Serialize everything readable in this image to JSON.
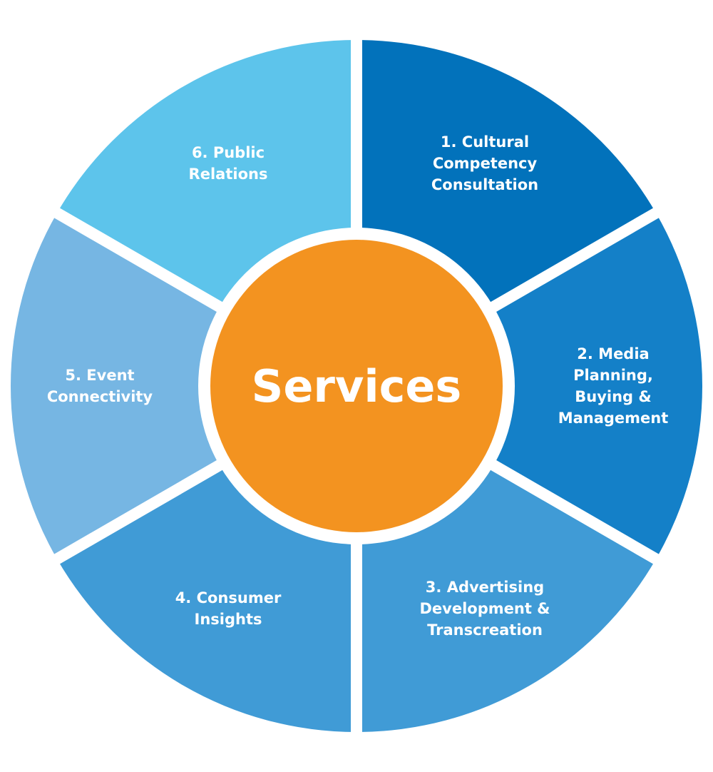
{
  "center": {
    "title": "Services",
    "color": "#F39320"
  },
  "segments": [
    {
      "lines": [
        "1. Cultural",
        "Competency",
        "Consultation"
      ],
      "color": "#0272BB"
    },
    {
      "lines": [
        "2. Media",
        "Planning,",
        "Buying &",
        "Management"
      ],
      "color": "#1480C8"
    },
    {
      "lines": [
        "3. Advertising",
        "Development &",
        "Transcreation"
      ],
      "color": "#409BD6"
    },
    {
      "lines": [
        "4. Consumer",
        "Insights"
      ],
      "color": "#409BD6"
    },
    {
      "lines": [
        "5. Event",
        "Connectivity"
      ],
      "color": "#76B6E3"
    },
    {
      "lines": [
        "6. Public",
        "Relations"
      ],
      "color": "#5DC4EB"
    }
  ]
}
